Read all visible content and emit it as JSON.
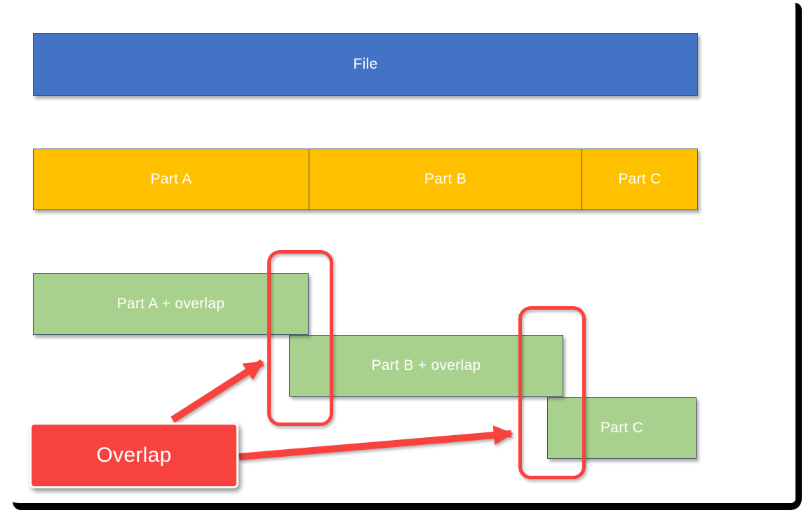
{
  "diagram": {
    "file_bar": {
      "label": "File"
    },
    "parts_bar": {
      "segments": [
        {
          "label": "Part A"
        },
        {
          "label": "Part B"
        },
        {
          "label": "Part C"
        }
      ]
    },
    "overlap_bars": [
      {
        "label": "Part A + overlap"
      },
      {
        "label": "Part B + overlap"
      },
      {
        "label": "Part C"
      }
    ],
    "callout": {
      "label": "Overlap"
    }
  },
  "colors": {
    "canvas_bg": "#ffffff",
    "file_fill": "#4472c4",
    "file_border": "#2f528f",
    "part_fill": "#ffc000",
    "part_border": "#44546a",
    "overlap_fill": "#a9d18e",
    "overlap_border": "#44546a",
    "accent_red": "#f8423d",
    "frame_black": "#010101",
    "text_white": "#ffffff"
  }
}
